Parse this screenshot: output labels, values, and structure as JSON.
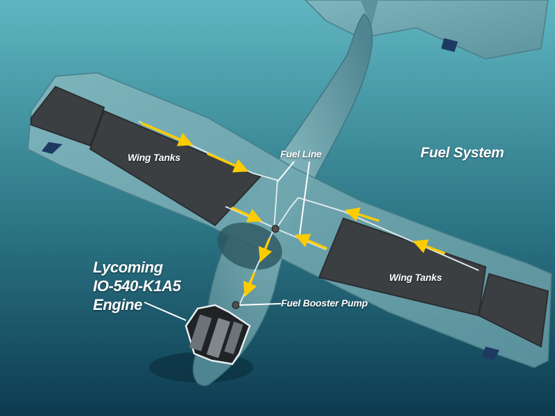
{
  "title": "Fuel System",
  "labels": {
    "fuel_line": "Fuel Line",
    "wing_tanks_left": "Wing Tanks",
    "wing_tanks_right": "Wing Tanks",
    "fuel_booster_pump": "Fuel Booster Pump",
    "engine": [
      "Lycoming",
      "IO-540-K1A5",
      "Engine"
    ]
  },
  "colors": {
    "background_top": "#5fb6c1",
    "background_bottom": "#0d3b50",
    "airframe": "#6b9ea8",
    "fuel_tank": "#3b3f42",
    "fuel_flow_arrow": "#ffcc00",
    "label_text": "#ffffff"
  },
  "icons": {
    "flow_arrow": "yellow-arrowhead",
    "engine": "engine-block-icon"
  }
}
